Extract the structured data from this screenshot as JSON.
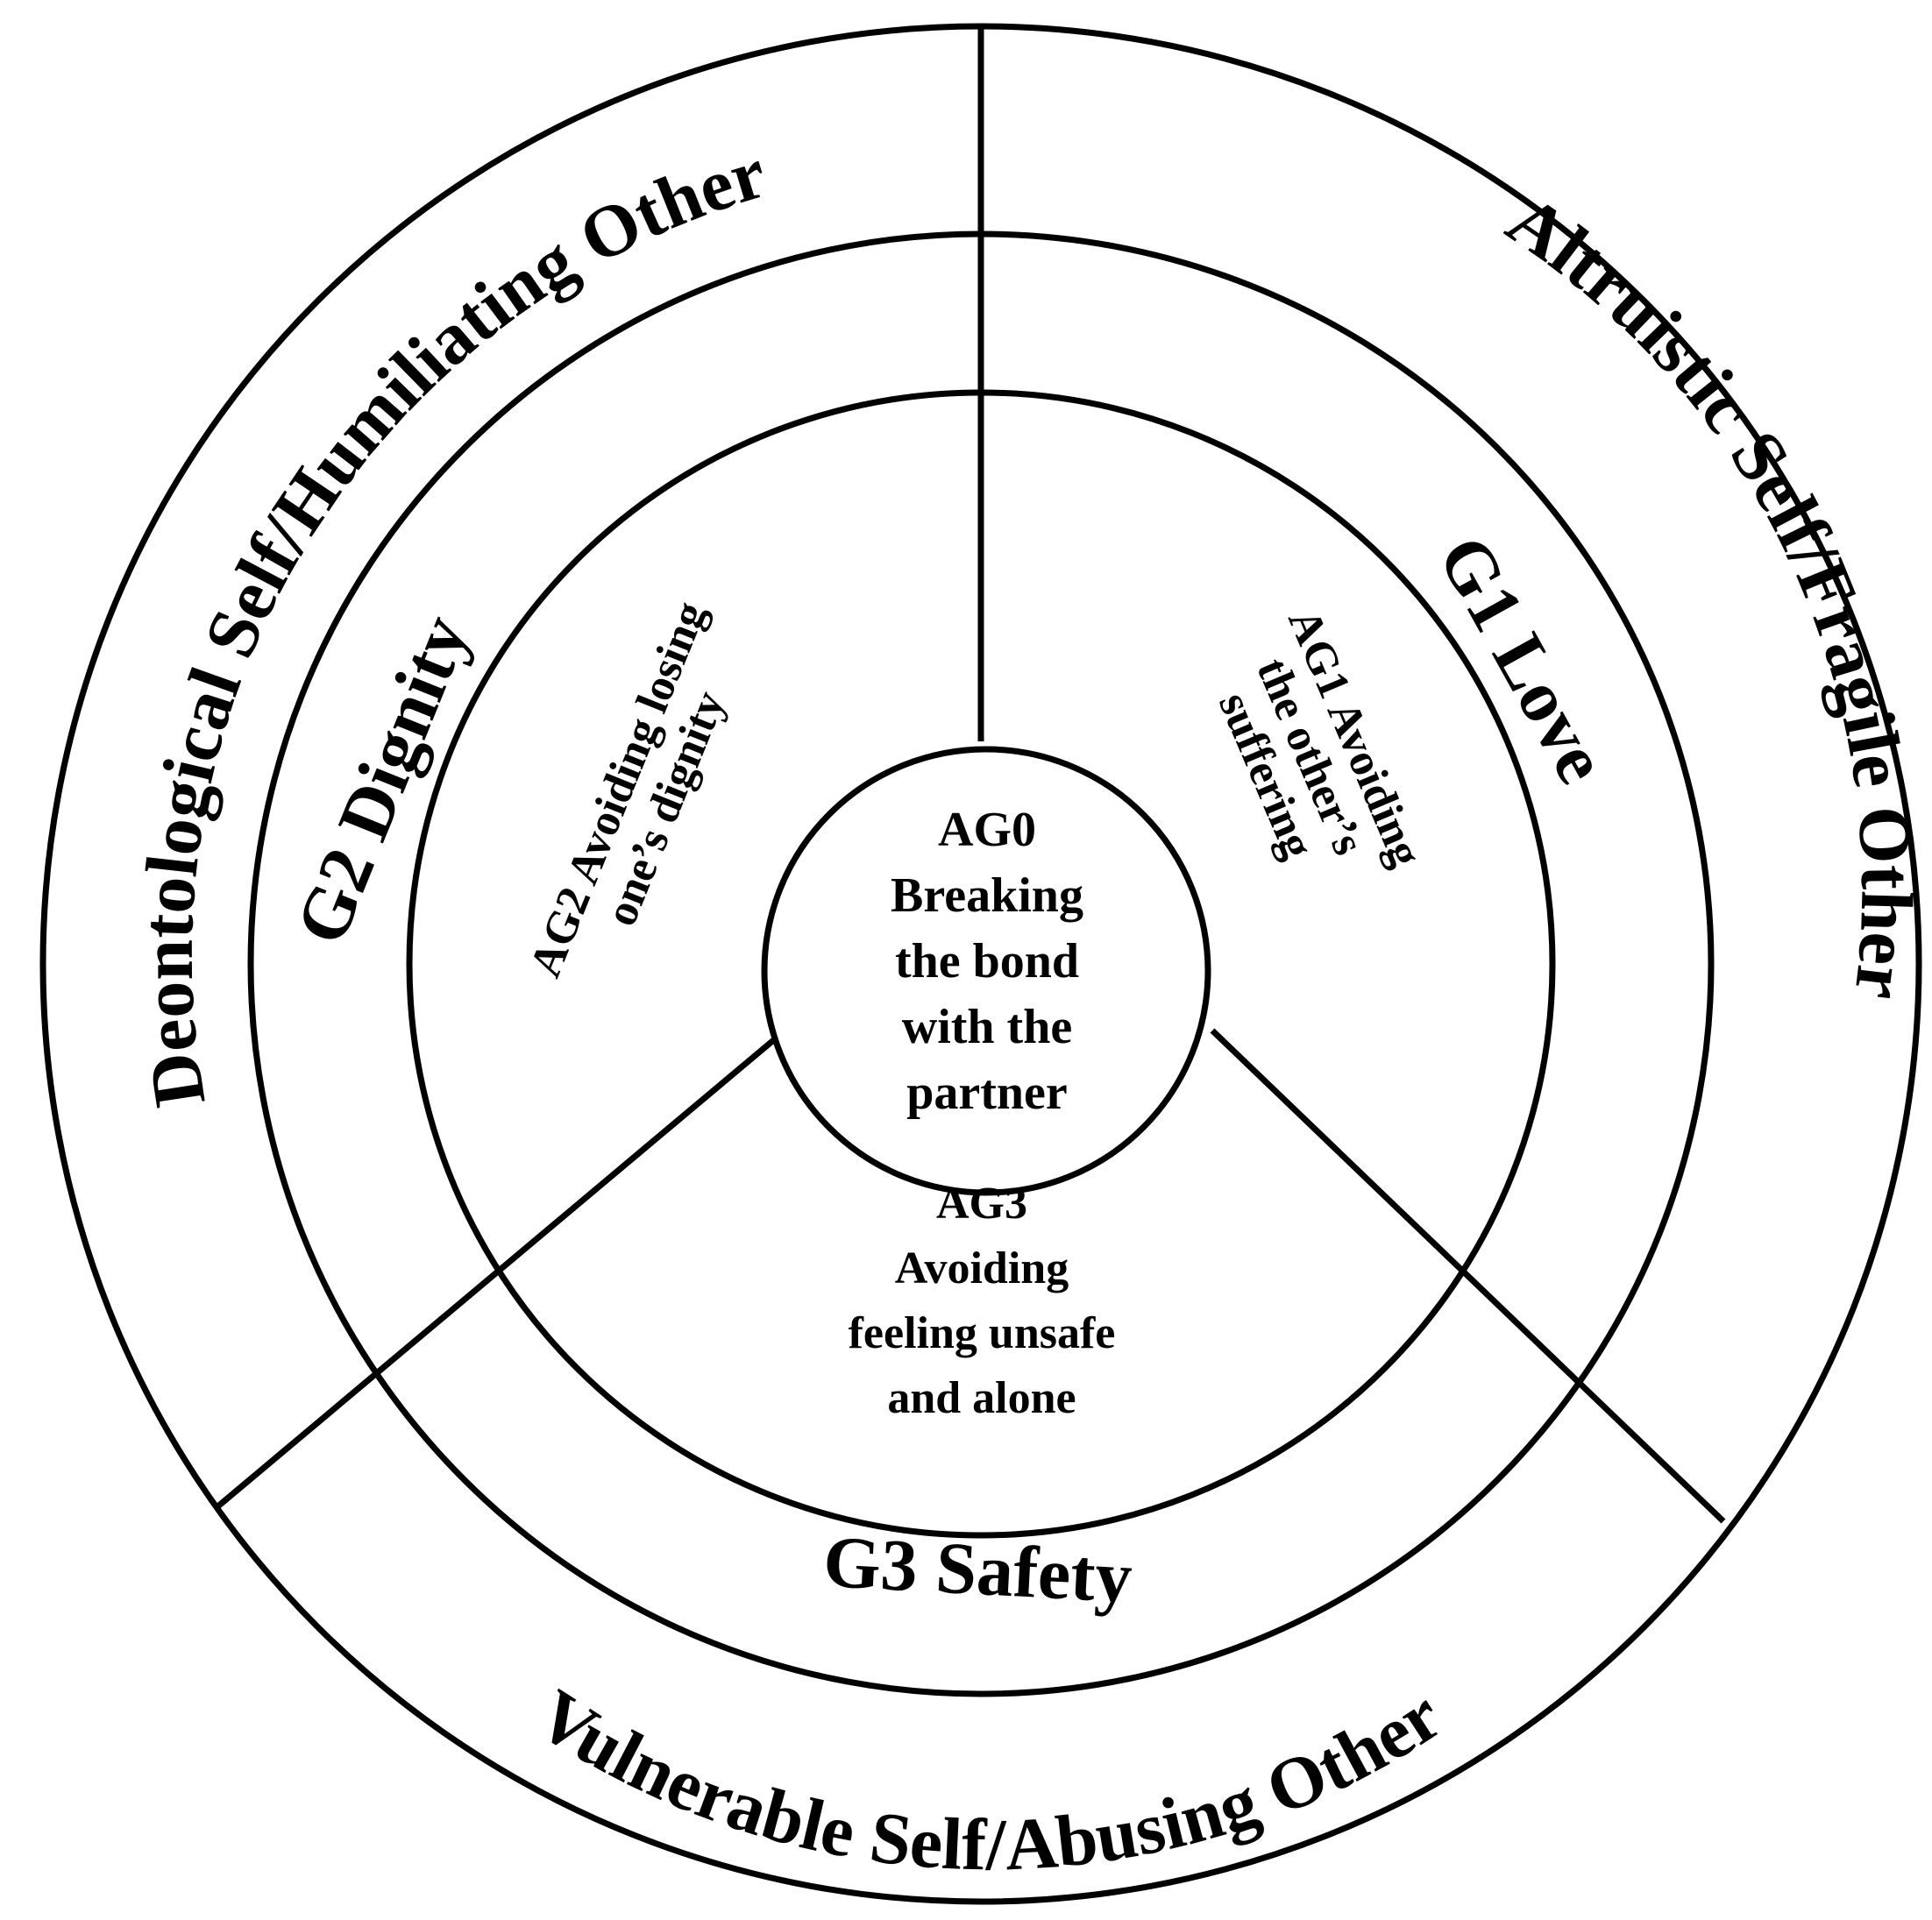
{
  "outer_ring": {
    "deontological": "Deontological Self/Humiliating Other",
    "altruistic": "Altruistic Self/Fragile Other",
    "vulnerable": "Vulnerable Self/Abusing Other"
  },
  "goals": {
    "g1": "G1 Love",
    "g2": "G2 Dignity",
    "g3": "G3 Safety"
  },
  "antigoals": {
    "ag1": [
      "AG1 Avoiding",
      "the other’s",
      "suffering"
    ],
    "ag2": [
      "AG2 Avoiding losing",
      "one’s dignity"
    ],
    "ag3": [
      "AG3",
      "Avoiding",
      "feeling unsafe",
      "and alone"
    ]
  },
  "center": [
    "AG0",
    "Breaking",
    "the bond",
    "with the",
    "partner"
  ]
}
